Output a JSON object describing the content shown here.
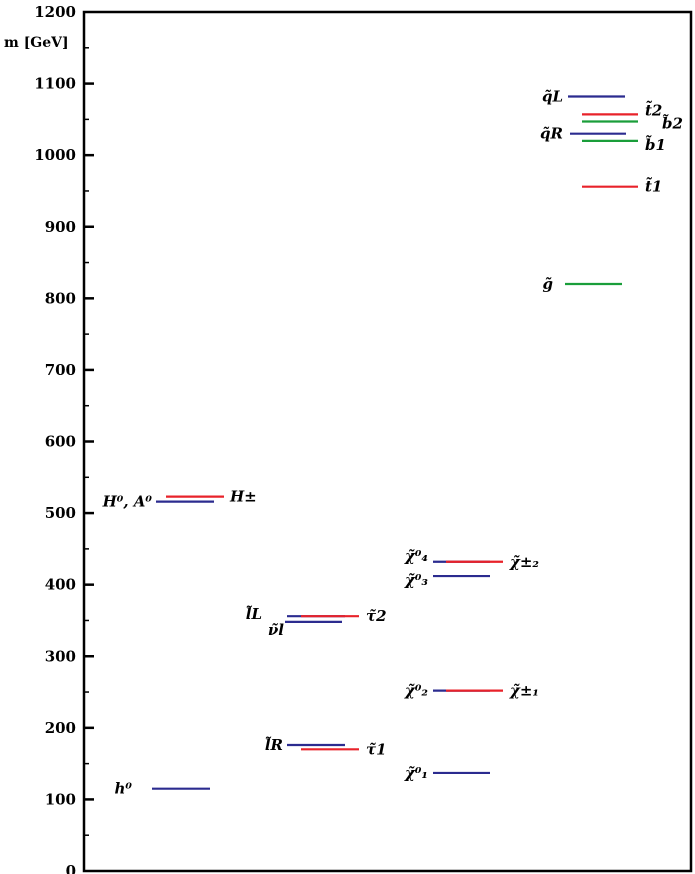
{
  "chart_data": {
    "type": "mass-spectrum",
    "ylabel": "m [GeV]",
    "ylim": [
      0,
      1200
    ],
    "yticks": [
      0,
      100,
      200,
      300,
      400,
      500,
      600,
      700,
      800,
      900,
      1000,
      1100,
      1200
    ],
    "yticks_minor": [
      50,
      150,
      250,
      350,
      450,
      550,
      650,
      750,
      850,
      950,
      1050,
      1150
    ],
    "colors": {
      "blue": "#2b2b8f",
      "red": "#e8222a",
      "green": "#1a9e3a"
    },
    "columns": [
      {
        "name": "higgs",
        "levels": [
          {
            "label": "h⁰",
            "mass": 115,
            "color": "blue",
            "labelSide": "left"
          },
          {
            "label": "H⁰, A⁰",
            "mass": 516,
            "color": "blue",
            "labelSide": "left"
          },
          {
            "label": "H±",
            "mass": 523,
            "color": "red",
            "labelSide": "right"
          }
        ]
      },
      {
        "name": "sleptons",
        "levels": [
          {
            "label": "l̃R",
            "mass": 176,
            "color": "blue",
            "labelSide": "left"
          },
          {
            "label": "τ̃1",
            "mass": 170,
            "color": "red",
            "labelSide": "right"
          },
          {
            "label": "l̃L",
            "mass": 356,
            "color": "blue",
            "labelSide": "left"
          },
          {
            "label": "ν̃l",
            "mass": 348,
            "color": "blue",
            "labelSide": "left"
          },
          {
            "label": "τ̃2",
            "mass": 356,
            "color": "red",
            "labelSide": "right"
          }
        ]
      },
      {
        "name": "gauginos",
        "levels": [
          {
            "label": "χ̃⁰₁",
            "mass": 137,
            "color": "blue",
            "labelSide": "left"
          },
          {
            "label": "χ̃⁰₂",
            "mass": 252,
            "color": "blue",
            "labelSide": "left"
          },
          {
            "label": "χ̃±₁",
            "mass": 252,
            "color": "red",
            "labelSide": "right"
          },
          {
            "label": "χ̃⁰₃",
            "mass": 412,
            "color": "blue",
            "labelSide": "left"
          },
          {
            "label": "χ̃⁰₄",
            "mass": 432,
            "color": "blue",
            "labelSide": "left"
          },
          {
            "label": "χ̃±₂",
            "mass": 432,
            "color": "red",
            "labelSide": "right"
          }
        ]
      },
      {
        "name": "squarks-gluino",
        "levels": [
          {
            "label": "g̃",
            "mass": 820,
            "color": "green",
            "labelSide": "left"
          },
          {
            "label": "t̃1",
            "mass": 956,
            "color": "red",
            "labelSide": "right"
          },
          {
            "label": "b̃1",
            "mass": 1020,
            "color": "green",
            "labelSide": "right"
          },
          {
            "label": "q̃R",
            "mass": 1030,
            "color": "blue",
            "labelSide": "left"
          },
          {
            "label": "b̃2",
            "mass": 1047,
            "color": "green",
            "labelSide": "right"
          },
          {
            "label": "t̃2",
            "mass": 1057,
            "color": "red",
            "labelSide": "right"
          },
          {
            "label": "q̃L",
            "mass": 1082,
            "color": "blue",
            "labelSide": "left"
          }
        ]
      }
    ]
  }
}
